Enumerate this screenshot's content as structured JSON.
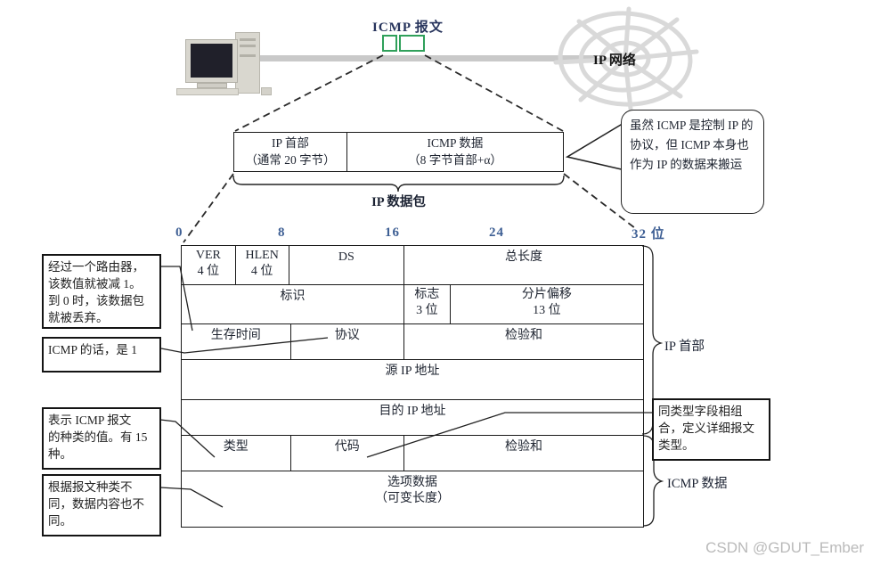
{
  "top": {
    "icmp_label": "ICMP 报文",
    "network_label": "IP 网络"
  },
  "datagram": {
    "ip_header_line1": "IP 首部",
    "ip_header_line2": "（通常 20 字节）",
    "icmp_data_line1": "ICMP 数据",
    "icmp_data_line2": "（8 字节首部+α）",
    "brace_label": "IP 数据包"
  },
  "bubble": {
    "text": "虽然 ICMP 是控制 IP 的协议，但 ICMP 本身也作为 IP 的数据来搬运"
  },
  "ruler": {
    "ticks": [
      "0",
      "8",
      "16",
      "24",
      "32 位"
    ]
  },
  "table": {
    "rows": [
      {
        "cells": [
          {
            "t": "VER",
            "s": "4 位"
          },
          {
            "t": "HLEN",
            "s": "4 位"
          },
          {
            "t": "DS"
          },
          {
            "t": "总长度"
          }
        ]
      },
      {
        "cells": [
          {
            "t": "标识"
          },
          {
            "t": "标志",
            "s": "3 位"
          },
          {
            "t": "分片偏移",
            "s": "13 位"
          }
        ]
      },
      {
        "cells": [
          {
            "t": "生存时间"
          },
          {
            "t": "协议"
          },
          {
            "t": "检验和"
          }
        ]
      },
      {
        "cells": [
          {
            "t": "源 IP 地址"
          }
        ]
      },
      {
        "cells": [
          {
            "t": "目的 IP 地址"
          }
        ]
      },
      {
        "cells": [
          {
            "t": "类型"
          },
          {
            "t": "代码"
          },
          {
            "t": "检验和"
          }
        ]
      },
      {
        "cells": [
          {
            "t": "选项数据",
            "s": "（可变长度）"
          }
        ]
      }
    ]
  },
  "left_notes": [
    {
      "lines": [
        "经过一个路由器，",
        "该数值就被减 1。",
        "到 0 时，该数据包",
        "就被丢弃。"
      ]
    },
    {
      "lines": [
        "ICMP 的话，是 1"
      ]
    },
    {
      "lines": [
        "表示 ICMP 报文",
        "的种类的值。有 15",
        "种。"
      ]
    },
    {
      "lines": [
        "根据报文种类不",
        "同，数据内容也不",
        "同。"
      ]
    }
  ],
  "right_notes": {
    "ip_header_brace": "IP 首部",
    "icmp_data_brace": "ICMP 数据",
    "type_note_lines": [
      "同类型字段相组",
      "合，定义详细报文",
      "类型。"
    ]
  },
  "watermark": "CSDN @GDUT_Ember",
  "colors": {
    "green_accent": "#2fa05a",
    "ruler_blue": "#3e5f94",
    "cable_gray": "#c9c9c9",
    "web_gray": "#d9d9d9",
    "watermark_gray": "#bababa"
  }
}
